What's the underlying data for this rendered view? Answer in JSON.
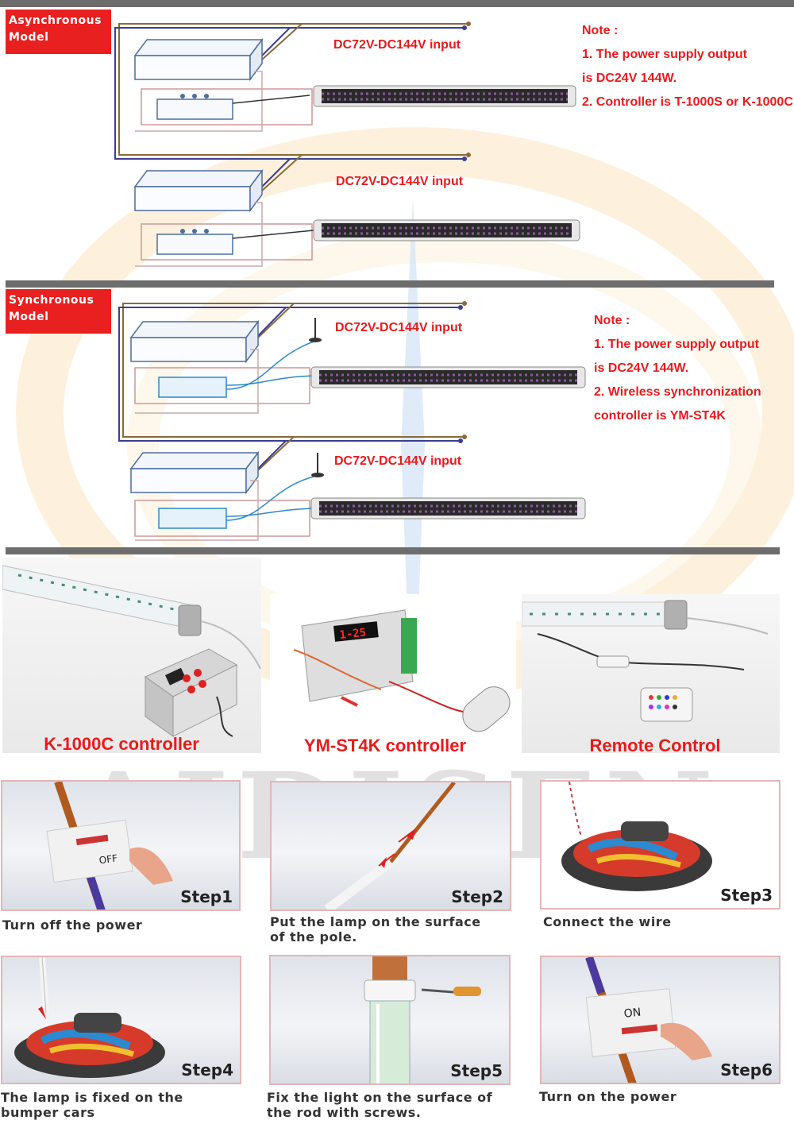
{
  "async": {
    "tag": "Asynchronous\nModel",
    "input_top": "DC72V-DC144V input",
    "input_bottom": "DC72V-DC144V input",
    "note": {
      "title": "Note :",
      "l1": "1. The power supply output",
      "l2": " is DC24V 144W.",
      "l3": "2. Controller is T-1000S or K-1000C"
    }
  },
  "sync": {
    "tag": "Synchronous\nModel",
    "input_top": "DC72V-DC144V input",
    "input_bottom": "DC72V-DC144V input",
    "note": {
      "title": "Note :",
      "l1": "1. The power supply output",
      "l2": " is DC24V 144W.",
      "l3": "2. Wireless synchronization",
      "l4": "controller is YM-ST4K"
    }
  },
  "products": [
    {
      "caption": "K-1000C controller"
    },
    {
      "caption": "YM-ST4K controller",
      "display": "1-25"
    },
    {
      "caption": "Remote Control"
    }
  ],
  "watermark": "AIDISEN",
  "steps": [
    {
      "label": "Step1",
      "caption": "Turn off  the power",
      "switch_text": "OFF"
    },
    {
      "label": "Step2",
      "caption": "Put the lamp on the surface of the pole."
    },
    {
      "label": "Step3",
      "caption": "Connect the wire"
    },
    {
      "label": "Step4",
      "caption": "The lamp is fixed on the bumper cars"
    },
    {
      "label": "Step5",
      "caption": "Fix the light on the surface of the rod with screws."
    },
    {
      "label": "Step6",
      "caption": "Turn on the power",
      "switch_text": "ON"
    }
  ],
  "colors": {
    "accent_red": "#e51c1c",
    "wire_brown": "#8a6a3a",
    "wire_blue": "#3b3f8f",
    "bar_gray": "#6d6d6d"
  }
}
